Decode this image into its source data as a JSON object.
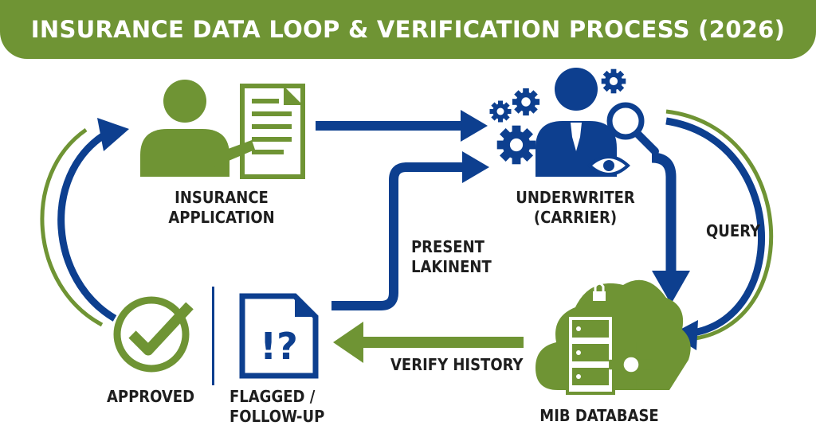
{
  "title": "INSURANCE DATA LOOP & VERIFICATION PROCESS (2026)",
  "colors": {
    "green": "#6f9434",
    "blue": "#0d3f8f",
    "text": "#1e1e1e",
    "background": "#ffffff"
  },
  "nodes": {
    "application": {
      "line1": "INSURANCE",
      "line2": "APPLICATION",
      "icon": "person-with-document-icon"
    },
    "underwriter": {
      "line1": "UNDERWRITER",
      "line2": "(CARRIER)",
      "icon": "person-gears-magnifier-eye-icon"
    },
    "mib": {
      "label": "MIB DATABASE",
      "icon": "cloud-server-gear-lock-icon"
    },
    "approved": {
      "label": "APPROVED",
      "icon": "checkmark-circle-icon"
    },
    "flagged": {
      "line1": "FLAGGED /",
      "line2": "FOLLOW-UP",
      "icon": "document-exclamation-question-icon"
    }
  },
  "edges": {
    "query": "QUERY",
    "verify_history": "VERIFY HISTORY",
    "present_line1": "PRESENT",
    "present_line2": "LAKINENT"
  }
}
